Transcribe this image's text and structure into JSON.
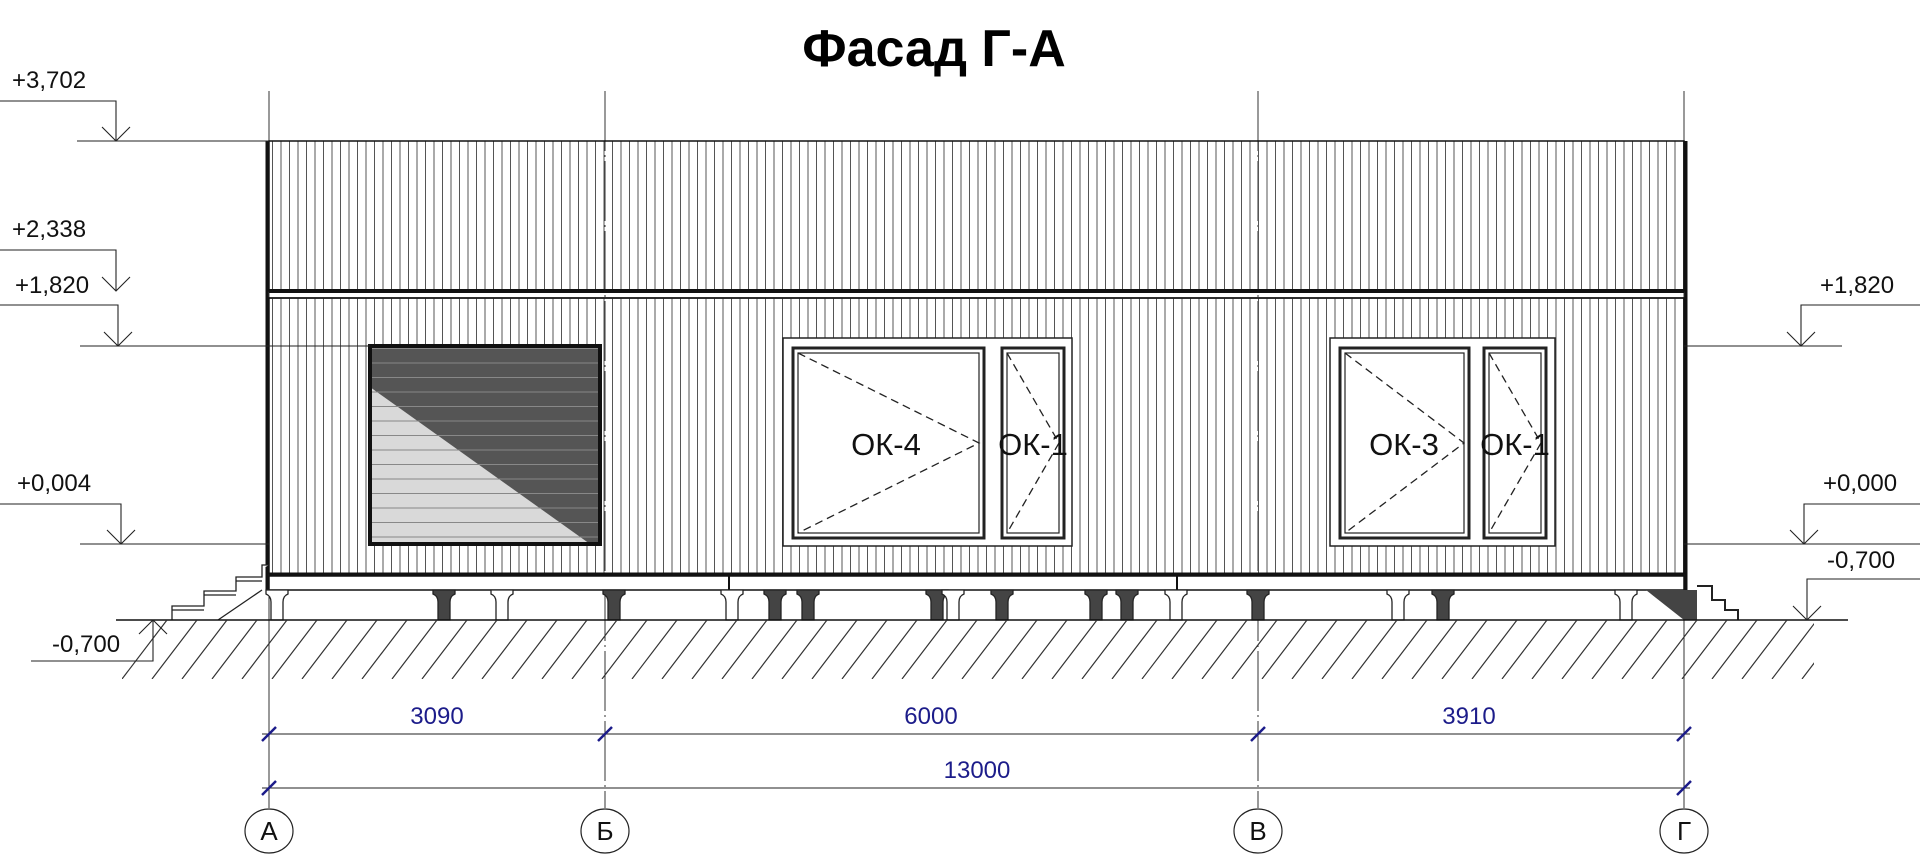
{
  "title": "Фасад Г-А",
  "levels_left": [
    "+3,702",
    "+2,338",
    "+1,820",
    "+0,004",
    "-0,700"
  ],
  "levels_right": [
    "+1,820",
    "+0,000",
    "-0,700"
  ],
  "windows": {
    "ok4": "ОК-4",
    "ok1a": "ОК-1",
    "ok3": "ОК-3",
    "ok1b": "ОК-1"
  },
  "dimensions": {
    "d1": "3090",
    "d2": "6000",
    "d3": "3910",
    "total": "13000"
  },
  "axes": [
    "А",
    "Б",
    "В",
    "Г"
  ],
  "colors": {
    "dimension": "#1c1c8a",
    "line": "#222222",
    "shutter_dark": "#555555",
    "shutter_light": "#d9d9d9"
  }
}
